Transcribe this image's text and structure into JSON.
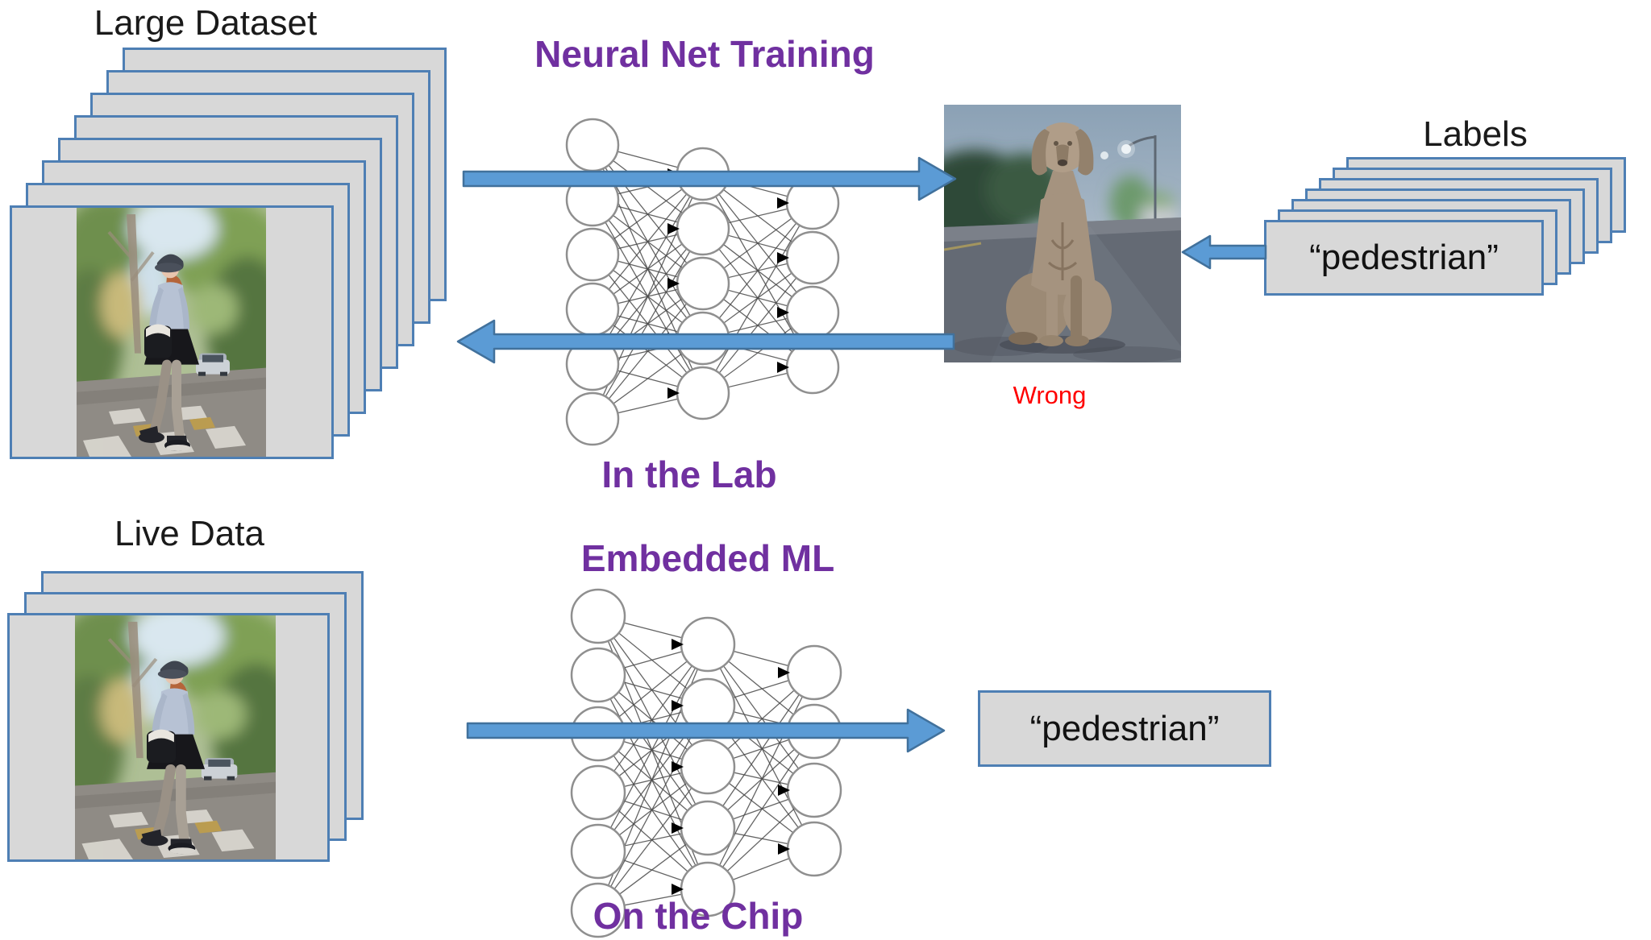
{
  "colors": {
    "purple": "#7030A0",
    "red": "#FF0000",
    "card_fill": "#D8D8D8",
    "card_border": "#4E7FB4",
    "arrow_fill": "#5B9BD5",
    "arrow_stroke": "#41719C"
  },
  "top": {
    "dataset_title": "Large Dataset",
    "process_title": "Neural Net Training",
    "location_caption": "In the Lab",
    "prediction_result": "Wrong",
    "labels_title": "Labels",
    "label_card_text": "“pedestrian”",
    "dataset_stack": {
      "count": 8
    },
    "labels_stack": {
      "count": 7
    }
  },
  "bottom": {
    "dataset_title": "Live Data",
    "process_title": "Embedded ML",
    "location_caption": "On the Chip",
    "output_text": "“pedestrian”",
    "dataset_stack": {
      "count": 3
    }
  },
  "network": {
    "layers": [
      6,
      5,
      4
    ]
  },
  "images": {
    "pedestrian_photo": "pedestrian-walking-on-crosswalk",
    "dog_photo": "dog-sitting-on-road"
  }
}
